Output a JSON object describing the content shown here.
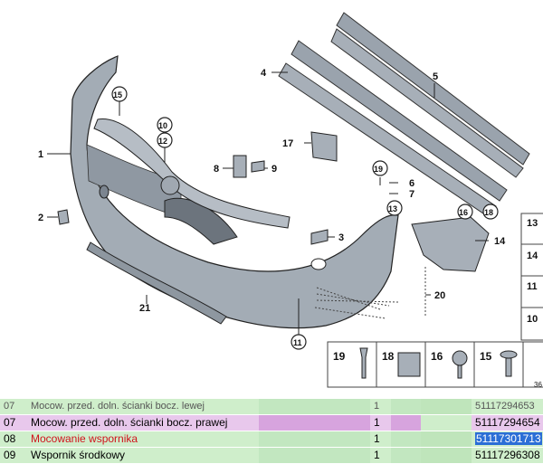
{
  "diagram": {
    "callouts": [
      "1",
      "2",
      "3",
      "4",
      "5",
      "6",
      "7",
      "8",
      "9",
      "10",
      "11",
      "12",
      "13",
      "14",
      "15",
      "16",
      "17",
      "18",
      "19",
      "20",
      "21"
    ],
    "right_panel_numbers": [
      "13",
      "14",
      "11",
      "10"
    ],
    "legend": {
      "items": [
        "19",
        "18",
        "16",
        "15"
      ],
      "corner_text": "36"
    }
  },
  "table": {
    "partial_row": {
      "no": "07",
      "name": "Mocow. przed. doln. ścianki bocz. lewej",
      "qty": "1",
      "part": "51117294653"
    },
    "rows": [
      {
        "no": "07",
        "name": "Mocow. przed. doln. ścianki bocz. prawej",
        "qty": "1",
        "part": "51117294654",
        "style": "purple"
      },
      {
        "no": "08",
        "name": "Mocowanie wspornika",
        "qty": "1",
        "part": "51117301713",
        "style": "green",
        "name_red": true,
        "part_selected": true
      },
      {
        "no": "09",
        "name": "Wspornik środkowy",
        "qty": "1",
        "part": "51117296308",
        "style": "green"
      }
    ],
    "colors": {
      "purple": "#e8c8ec",
      "green": "#cfeecb",
      "red_text": "#d0121b",
      "selection": "#2b6ed6"
    }
  }
}
